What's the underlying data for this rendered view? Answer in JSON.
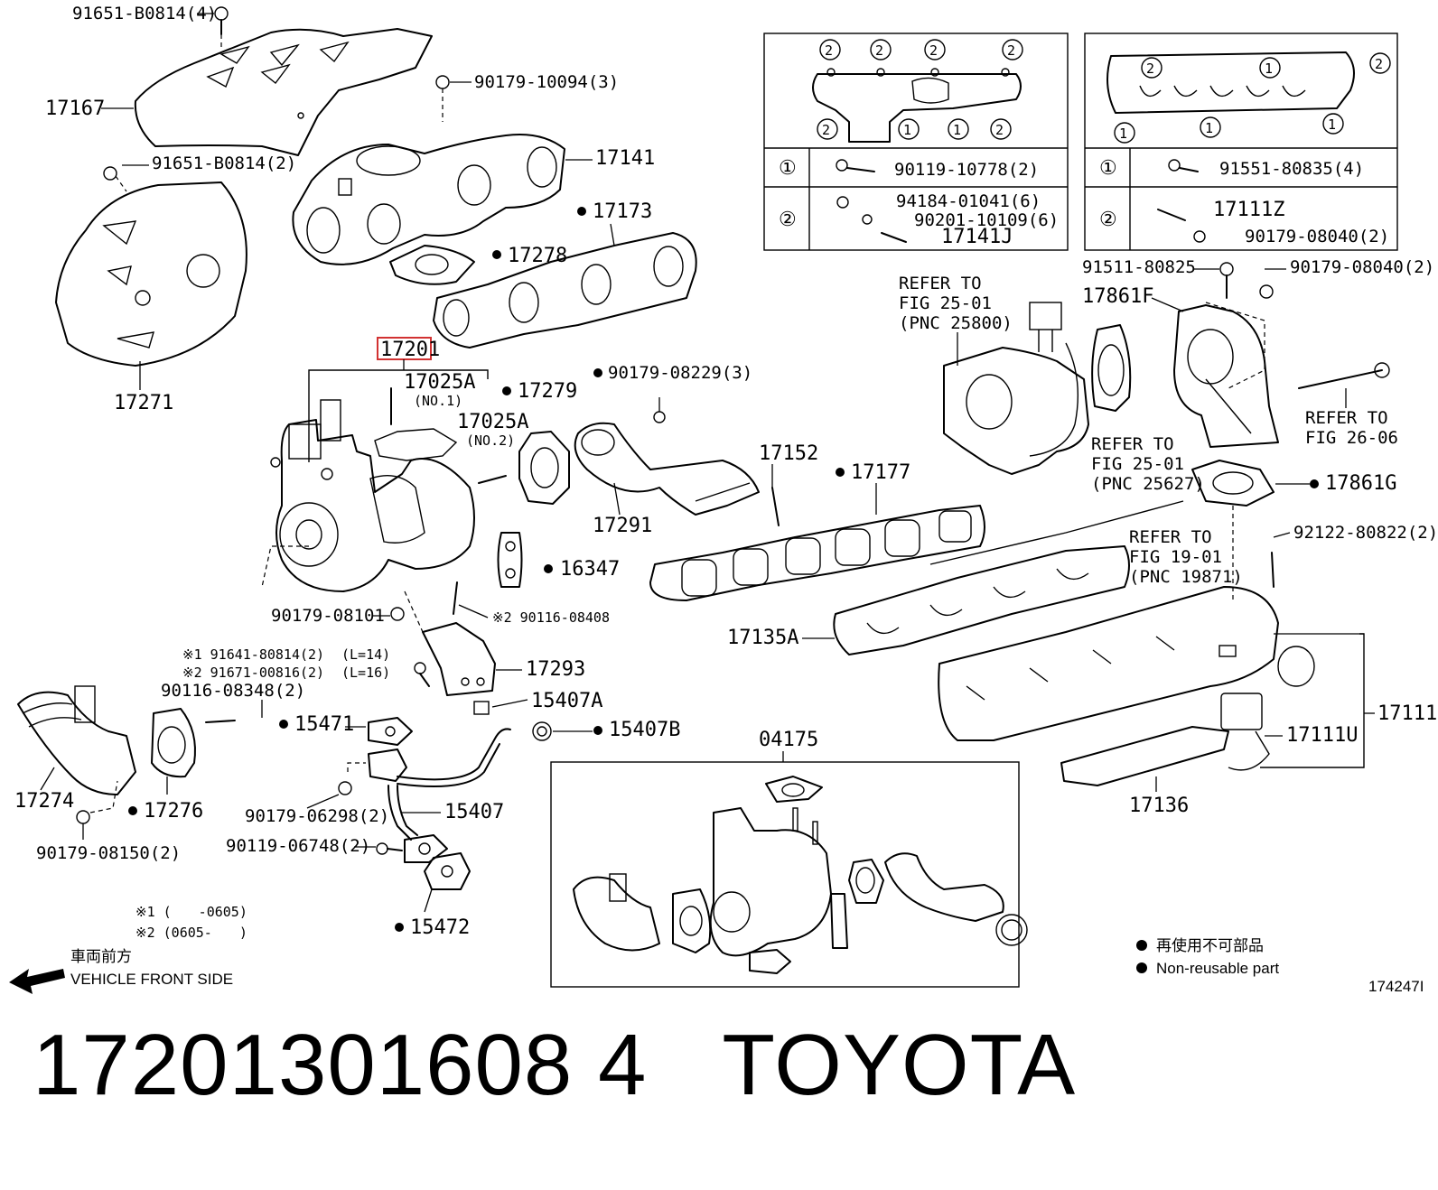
{
  "labels": {
    "p91651_top": "91651-B0814(4)",
    "p17167": "17167",
    "p90179_10094": "90179-10094(3)",
    "p91651_2": "91651-B0814(2)",
    "p17141": "17141",
    "p17173": "17173",
    "p17278": "17278",
    "p17271": "17271",
    "p17201": "17201",
    "p17025A1": "17025A",
    "no1": "(NO.1)",
    "p17025A2": "17025A",
    "no2": "(NO.2)",
    "p17279": "17279",
    "p90179_08229": "90179-08229(3)",
    "p17152": "17152",
    "p17177": "17177",
    "p17291": "17291",
    "p16347": "16347",
    "p90116_08408": "※2 90116-08408",
    "p90179_08101": "90179-08101",
    "p91641": "※1 91641-80814(2)",
    "l14": "(L=14)",
    "p91671": "※2 91671-00816(2)",
    "l16": "(L=16)",
    "p17293": "17293",
    "p90116_08348": "90116-08348(2)",
    "p15407A": "15407A",
    "p15407B": "15407B",
    "p15471": "15471",
    "p17274": "17274",
    "p17276": "17276",
    "p90179_06298": "90179-06298(2)",
    "p15407": "15407",
    "p90119_06748": "90119-06748(2)",
    "p90179_08150": "90179-08150(2)",
    "p15472": "15472",
    "p04175": "04175",
    "p17135A": "17135A",
    "p17136": "17136",
    "p17111": "17111",
    "p17111U": "17111U",
    "p92122": "92122-80822(2)",
    "p17861G": "17861G",
    "p17861F": "17861F",
    "p91511": "91511-80825",
    "p90179_08040_top": "90179-08040(2)",
    "refer1_1": "REFER TO",
    "refer1_2": "FIG 25-01",
    "refer1_3": "(PNC 25800)",
    "refer2_1": "REFER TO",
    "refer2_2": "FIG 25-01",
    "refer2_3": "(PNC 25627)",
    "refer3_1": "REFER TO",
    "refer3_2": "FIG 26-06",
    "refer4_1": "REFER TO",
    "refer4_2": "FIG 19-01",
    "refer4_3": "(PNC 19871)"
  },
  "inset_left": {
    "row1_num": "①",
    "row1_part": "90119-10778(2)",
    "row2_num": "②",
    "row2_part_a": "94184-01041(6)",
    "row2_part_b": "90201-10109(6)",
    "row2_part_c": "17141J"
  },
  "inset_right": {
    "row1_num": "①",
    "row1_part": "91551-80835(4)",
    "row2_num": "②",
    "row2_part_a": "17111Z",
    "row2_part_b": "90179-08040(2)"
  },
  "notes": {
    "note1": "※1 (　　-0605)",
    "note2": "※2 (0605-　　)"
  },
  "direction": {
    "jp": "車両前方",
    "en": "VEHICLE FRONT SIDE"
  },
  "legend": {
    "jp": "再使用不可部品",
    "en": "Non-reusable part"
  },
  "figure_id": "174247I",
  "footer": {
    "part_number": "17201301608 4",
    "brand": "TOYOTA"
  },
  "highlight_color": "#d23232"
}
